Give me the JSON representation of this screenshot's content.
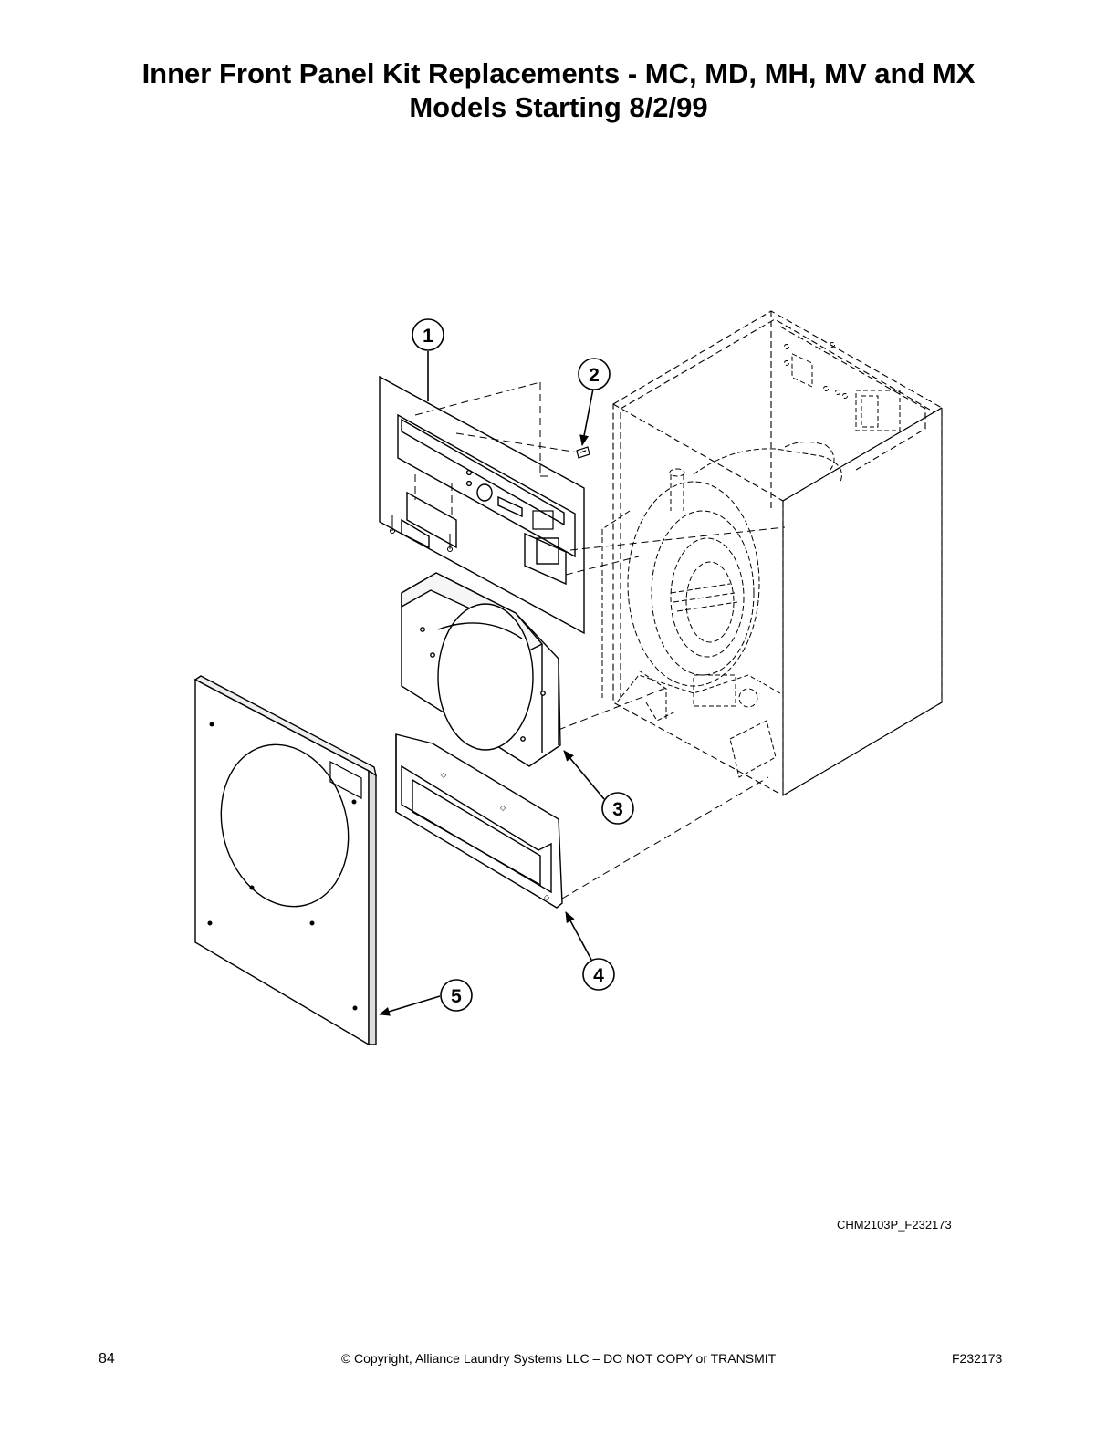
{
  "title": {
    "line1": "Inner Front Panel Kit Replacements - MC, MD, MH, MV and MX",
    "line2": "Models Starting 8/2/99"
  },
  "callouts": [
    "1",
    "2",
    "3",
    "4",
    "5"
  ],
  "figure_id": "CHM2103P_F232173",
  "footer": {
    "page_number": "84",
    "copyright": "© Copyright, Alliance Laundry Systems LLC – DO NOT COPY or TRANSMIT",
    "doc_id": "F232173"
  }
}
